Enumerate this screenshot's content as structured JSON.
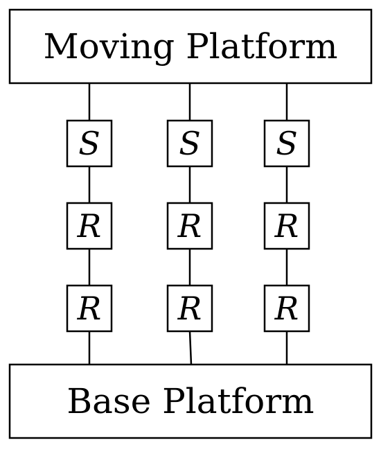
{
  "moving_platform": {
    "label": "Moving Platform"
  },
  "base_platform": {
    "label": "Base Platform"
  },
  "legs": [
    {
      "joints": [
        "S",
        "R",
        "R"
      ]
    },
    {
      "joints": [
        "S",
        "R",
        "R"
      ]
    },
    {
      "joints": [
        "S",
        "R",
        "R"
      ]
    }
  ],
  "colors": {
    "stroke": "#000000",
    "fill": "#ffffff"
  }
}
